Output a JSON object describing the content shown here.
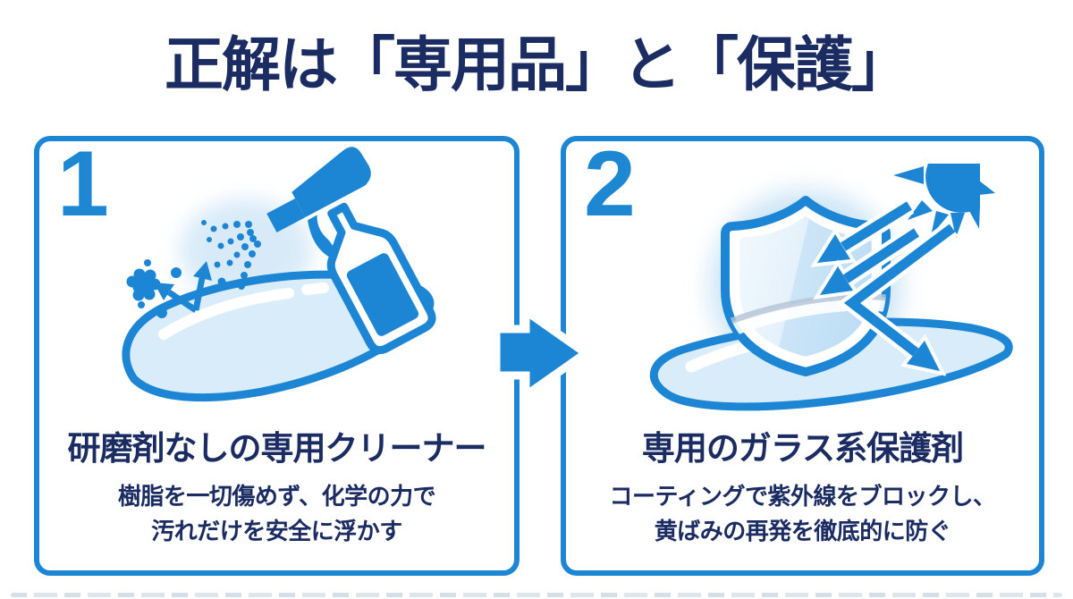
{
  "title": "正解は「専用品」と「保護」",
  "colors": {
    "accent_blue": "#1d86d4",
    "navy_text": "#1b2c62",
    "light_blue_fill": "#d9ecf9"
  },
  "panels": [
    {
      "number": "1",
      "heading": "研磨剤なしの専用クリーナー",
      "body": [
        "樹脂を一切傷めず、化学の力で",
        "汚れだけを安全に浮かす"
      ],
      "icon": "spray-bottle-cleaning-lens-icon"
    },
    {
      "number": "2",
      "heading": "専用のガラス系保護剤",
      "body": [
        "コーティングで紫外線をブロックし、",
        "黄ばみの再発を徹底的に防ぐ"
      ],
      "icon": "shield-uv-protection-icon"
    }
  ],
  "connector": {
    "icon": "right-arrow-icon"
  }
}
